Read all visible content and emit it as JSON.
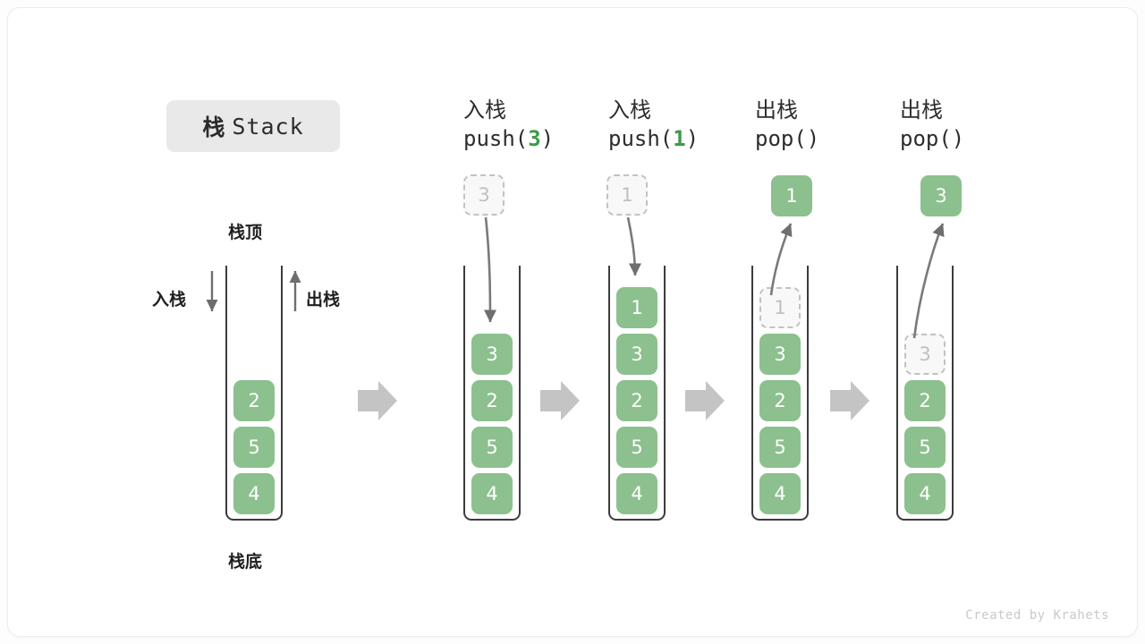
{
  "title": {
    "cn": "栈",
    "en": "Stack"
  },
  "labels": {
    "top": "栈顶",
    "bottom": "栈底",
    "push_side": "入栈",
    "pop_side": "出栈"
  },
  "footer": "Created by Krahets",
  "colors": {
    "cell_green": "#8cc08e",
    "code_green": "#3c9a4a",
    "ghost_border": "#c2c2c2",
    "ghost_fill": "#f8f8f8",
    "rail": "#3c3c3c",
    "arrow_gray": "#c4c4c4",
    "curve_gray": "#7a7a7a",
    "title_bg": "#e9e9e9"
  },
  "steps": [
    {
      "id": "initial",
      "header_cn": "",
      "header_code": "",
      "stack": [
        "2",
        "5",
        "4"
      ],
      "ghost_top": null,
      "float_ghost": null,
      "float_value": null
    },
    {
      "id": "push-3",
      "header_cn": "入栈",
      "header_code": "push(",
      "header_arg": "3",
      "header_code_end": ")",
      "stack": [
        "3",
        "2",
        "5",
        "4"
      ],
      "ghost_top": null,
      "float_ghost": "3",
      "float_value": null
    },
    {
      "id": "push-1",
      "header_cn": "入栈",
      "header_code": "push(",
      "header_arg": "1",
      "header_code_end": ")",
      "stack": [
        "1",
        "3",
        "2",
        "5",
        "4"
      ],
      "ghost_top": null,
      "float_ghost": "1",
      "float_value": null
    },
    {
      "id": "pop-1",
      "header_cn": "出栈",
      "header_code": "pop(",
      "header_arg": "",
      "header_code_end": ")",
      "stack": [
        "3",
        "2",
        "5",
        "4"
      ],
      "ghost_top": "1",
      "float_ghost": null,
      "float_value": "1"
    },
    {
      "id": "pop-3",
      "header_cn": "出栈",
      "header_code": "pop(",
      "header_arg": "",
      "header_code_end": ")",
      "stack": [
        "2",
        "5",
        "4"
      ],
      "ghost_top": "3",
      "float_ghost": null,
      "float_value": "3"
    }
  ],
  "flow_arrows": 4
}
